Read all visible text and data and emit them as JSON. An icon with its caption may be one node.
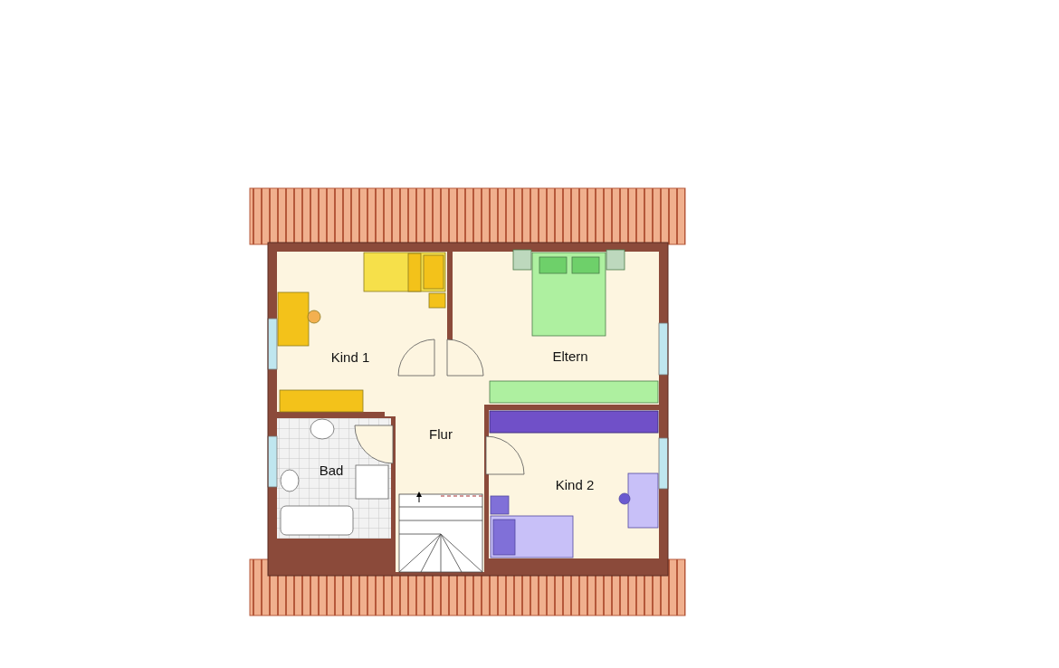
{
  "diagram": {
    "labels": [
      "Kind 1",
      "Eltern",
      "Flur",
      "Bad",
      "Kind 2"
    ]
  }
}
